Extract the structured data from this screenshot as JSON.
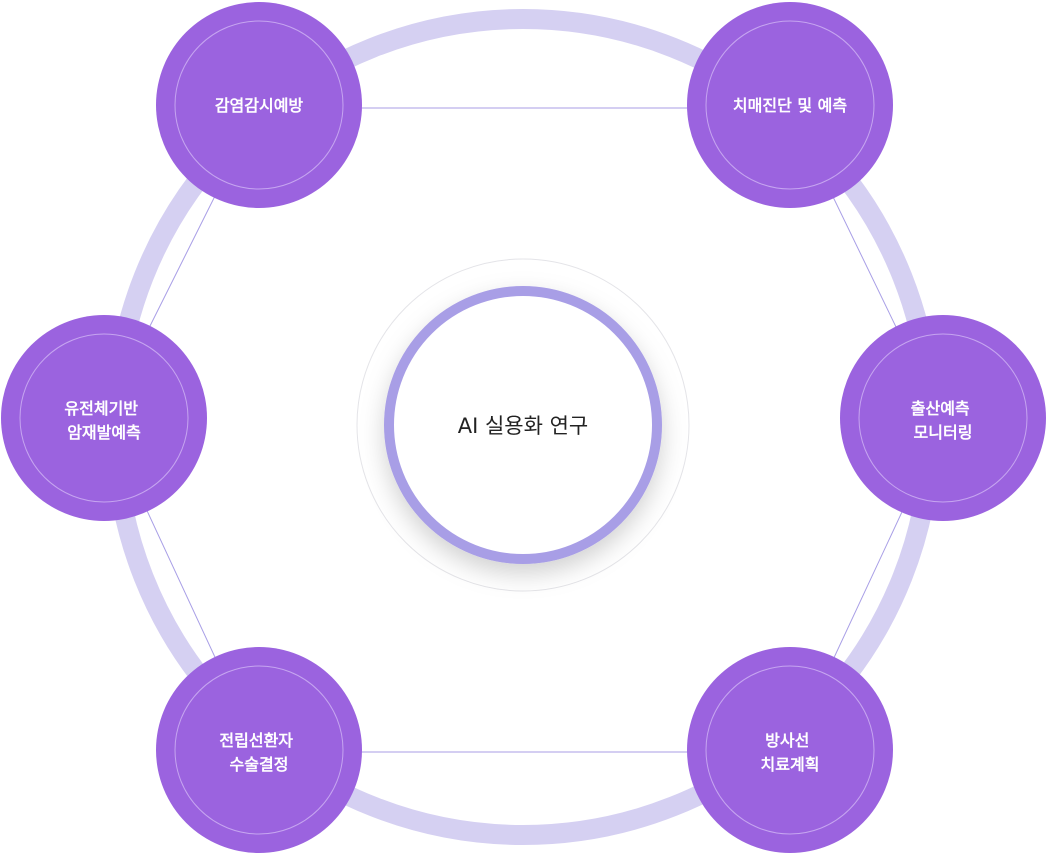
{
  "colors": {
    "ring": "#d5d0f2",
    "connector": "#a89ee6",
    "node_fill": "#9b63df",
    "node_inner_ring": "#c6a5f0",
    "center_ring": "#a89ee6",
    "center_outer_ring": "#e4e4e8",
    "node_text": "#ffffff",
    "center_text": "#222222"
  },
  "center": {
    "label": "AI 실용화 연구"
  },
  "nodes": [
    {
      "id": "infection",
      "lines": [
        "감염감시예방"
      ]
    },
    {
      "id": "dementia",
      "lines": [
        "치매진단 및 예측"
      ]
    },
    {
      "id": "birth",
      "lines": [
        "출산예측",
        "모니터링"
      ]
    },
    {
      "id": "radiation",
      "lines": [
        "방사선",
        "치료계획"
      ]
    },
    {
      "id": "prostate",
      "lines": [
        "전립선환자",
        "수술결정"
      ]
    },
    {
      "id": "genetic",
      "lines": [
        "유전체기반",
        "암재발예측"
      ]
    }
  ]
}
